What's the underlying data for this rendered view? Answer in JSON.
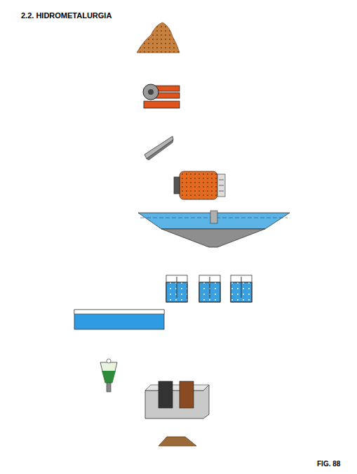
{
  "diagram": {
    "title": "2.2. HIDROMETALURGIA",
    "nodes": [
      {
        "text": [
          "Mineral"
        ]
      },
      {
        "text": [
          "Chancadora"
        ]
      },
      {
        "text": [
          "Clasificador"
        ]
      },
      {
        "text": [
          "Molino"
        ]
      },
      {
        "text": [
          "Espesador"
        ]
      },
      {
        "text": [
          "TK de lixiviación"
        ]
      },
      {
        "text": [
          "Licor rico"
        ]
      },
      {
        "text": [
          "Extracción Solvente (SX)"
        ]
      },
      {
        "text": [
          "Electrólisis"
        ]
      },
      {
        "text": [
          "Lingote"
        ]
      }
    ],
    "edges": [
      {
        "from": 0,
        "to": 1,
        "arrow": "to"
      },
      {
        "from": 1,
        "to": 2,
        "arrow": "to"
      },
      {
        "from": 2,
        "to": 1,
        "label": "+",
        "arrow": "to"
      },
      {
        "from": 2,
        "to": 3,
        "label": "-",
        "arrow": "to"
      },
      {
        "from": 3,
        "to": 2,
        "label": "+",
        "arrow": "to"
      },
      {
        "from": 3,
        "to": 4,
        "label": "-",
        "arrow": "to"
      },
      {
        "from": 4,
        "to": 5,
        "arrow": "to"
      },
      {
        "from": 5,
        "to": 6,
        "arrow": "to"
      },
      {
        "from": 6,
        "to": 7,
        "arrow": "to"
      },
      {
        "from": 7,
        "to": 8,
        "arrow": "to"
      },
      {
        "from": 8,
        "to": 5,
        "arrow": "to"
      },
      {
        "from": 8,
        "to": 9,
        "arrow": "to"
      }
    ],
    "labels": [
      "FIG. 88"
    ]
  }
}
